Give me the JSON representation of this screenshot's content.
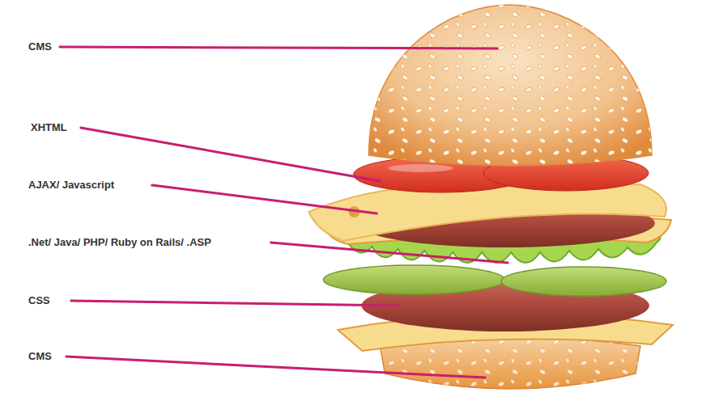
{
  "diagram": {
    "labels": [
      "CMS",
      "XHTML",
      "AJAX/ Javascript",
      ".Net/ Java/ PHP/ Ruby on Rails/ .ASP",
      "CSS",
      "CMS"
    ]
  }
}
